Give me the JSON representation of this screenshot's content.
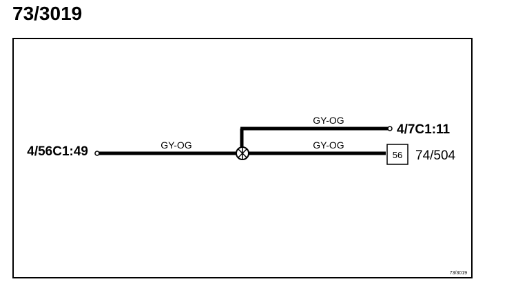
{
  "title": "73/3019",
  "diagram": {
    "left_terminal": "4/56C1:49",
    "upper_terminal": "4/7C1:11",
    "wire_left": "GY-OG",
    "wire_upper": "GY-OG",
    "wire_lower": "GY-OG",
    "connector_box_number": "56",
    "connector_reference": "74/504",
    "diagram_id": "73/3019"
  },
  "colors": {
    "line": "#000000",
    "background": "#ffffff"
  }
}
